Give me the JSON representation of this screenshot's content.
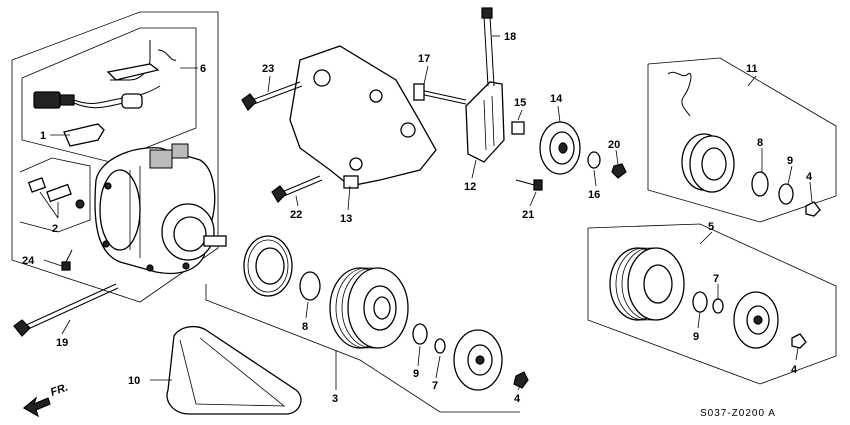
{
  "diagram": {
    "code": "S037-Z0200 A",
    "direction_label": "FR.",
    "callouts": {
      "c1": "1",
      "c2": "2",
      "c3": "3",
      "c4a": "4",
      "c4b": "4",
      "c4c": "4",
      "c5": "5",
      "c6": "6",
      "c7a": "7",
      "c7b": "7",
      "c8a": "8",
      "c8b": "8",
      "c9a": "9",
      "c9b": "9",
      "c9c": "9",
      "c10": "10",
      "c11": "11",
      "c12": "12",
      "c13": "13",
      "c14": "14",
      "c15": "15",
      "c16": "16",
      "c17": "17",
      "c18": "18",
      "c19": "19",
      "c20": "20",
      "c21": "21",
      "c22": "22",
      "c23": "23",
      "c24": "24"
    }
  }
}
